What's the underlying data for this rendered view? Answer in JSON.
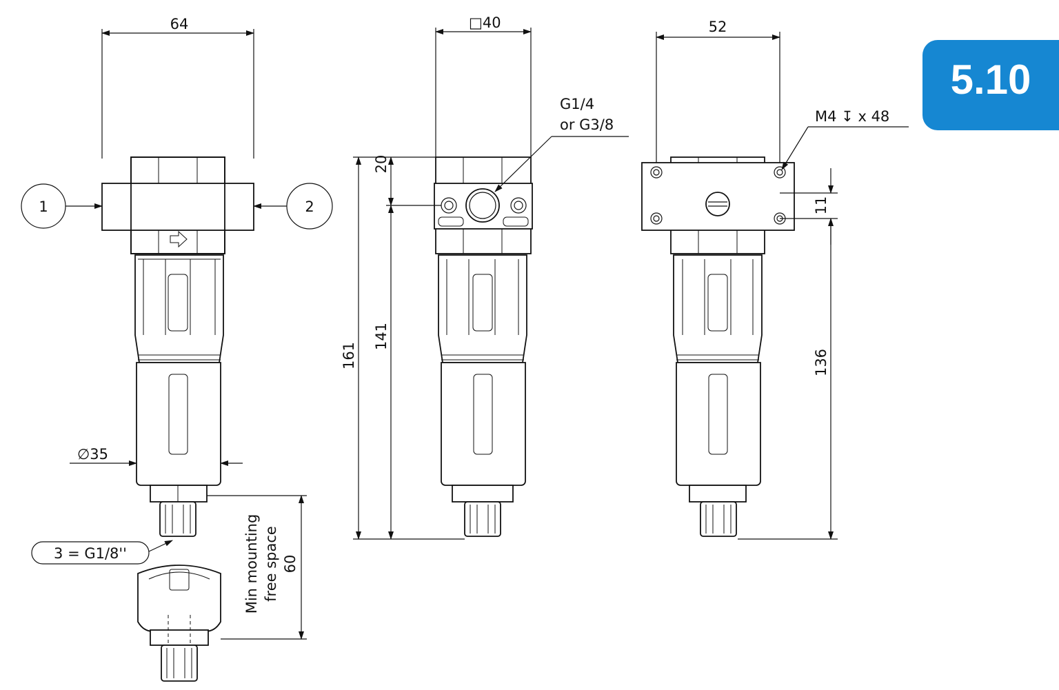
{
  "page_number": "5.10",
  "views": {
    "front": {
      "width_dim": "64",
      "port_in": "1",
      "port_out": "2",
      "diameter_symbol": "∅",
      "diameter_dim": "35",
      "drain_label": "3 = G1/8''",
      "clearance_label_line1": "Min mounting",
      "clearance_label_line2": "free space",
      "clearance_dim": "60"
    },
    "side": {
      "square_symbol": "□",
      "width_dim": "40",
      "port_label_line1": "G1/4",
      "port_label_line2": "or G3/8",
      "dim_20": "20",
      "dim_141": "141",
      "dim_161": "161"
    },
    "back": {
      "width_dim": "52",
      "thread_prefix": "M4",
      "thread_symbol": "↧",
      "thread_suffix": "x 48",
      "dim_11": "11",
      "dim_136": "136"
    }
  },
  "colors": {
    "badge": "#1687d2",
    "line": "#111111"
  }
}
